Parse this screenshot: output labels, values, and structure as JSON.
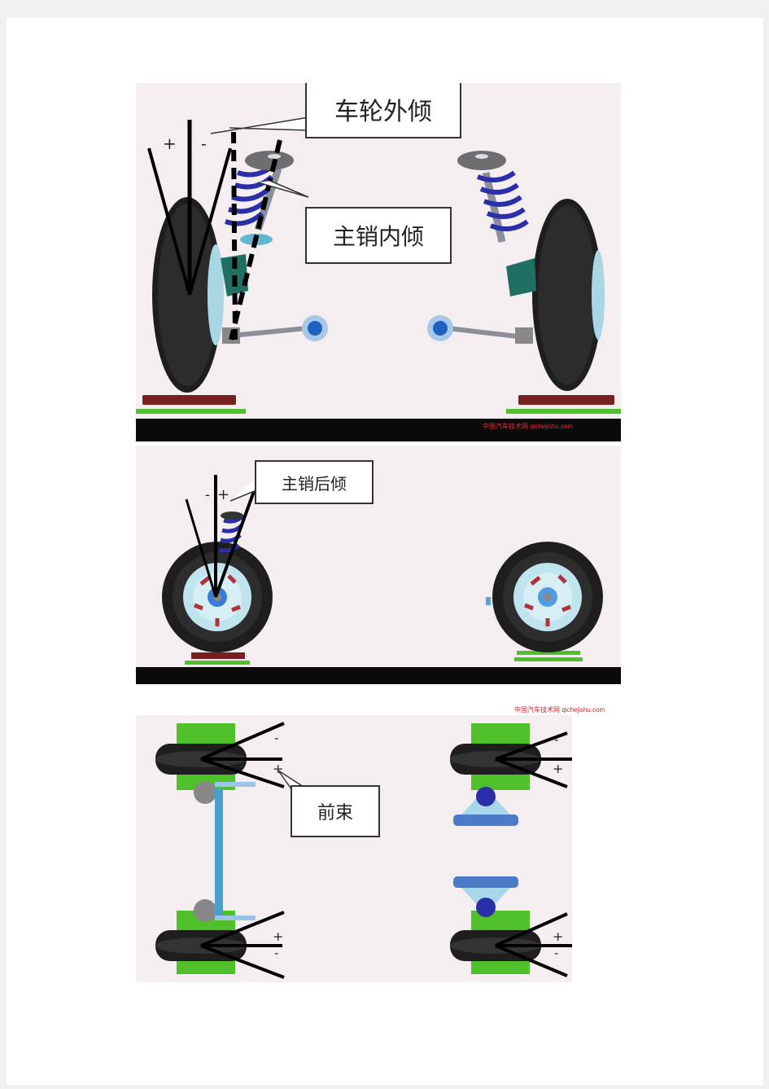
{
  "figure1": {
    "label_camber": "车轮外倾",
    "label_kingpin_inclination": "主销内倾",
    "sign_plus": "+",
    "sign_minus": "-",
    "watermark": "中国汽车技术网  qichejishu.com"
  },
  "figure2": {
    "label_caster": "主销后倾",
    "sign_minus": "-",
    "sign_plus": "+",
    "watermark": "中国汽车技术网  qichejishu.com"
  },
  "figure3": {
    "label_toe": "前束",
    "signs_left_top": [
      "-",
      "+"
    ],
    "signs_left_bottom": [
      "+",
      "-"
    ],
    "signs_right_top": [
      "-",
      "+"
    ],
    "signs_right_bottom": [
      "+",
      "-"
    ]
  },
  "colors": {
    "panel_bg": "#f4eef0",
    "tire": "#1e1e1e",
    "spring": "#2a2fa8",
    "knuckle": "#1f6f63",
    "pad_green": "#4fbf2a",
    "ground": "#0a0a0a",
    "watermark": "#d0202a"
  }
}
